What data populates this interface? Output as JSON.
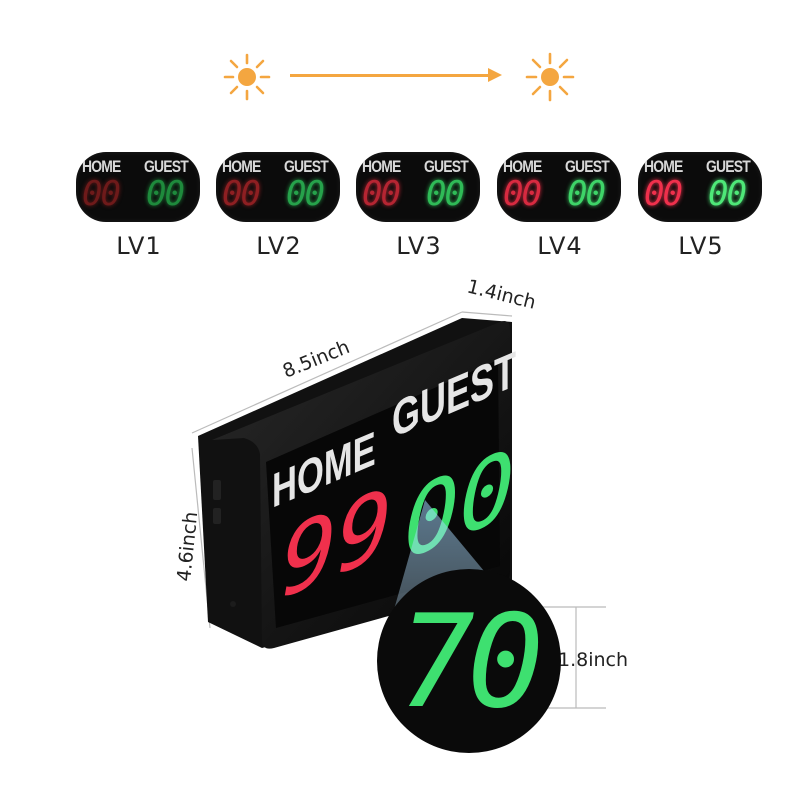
{
  "brightness_levels": [
    {
      "label": "LV1",
      "home_word": "HOME",
      "guest_word": "GUEST",
      "home_score": "00",
      "guest_score": "00",
      "home_color": "#6e1a1a",
      "guest_color": "#1e8a3c"
    },
    {
      "label": "LV2",
      "home_word": "HOME",
      "guest_word": "GUEST",
      "home_score": "00",
      "guest_score": "00",
      "home_color": "#8e1f22",
      "guest_color": "#26a24b"
    },
    {
      "label": "LV3",
      "home_word": "HOME",
      "guest_word": "GUEST",
      "home_score": "00",
      "guest_score": "00",
      "home_color": "#b52532",
      "guest_color": "#2fbb57"
    },
    {
      "label": "LV4",
      "home_word": "HOME",
      "guest_word": "GUEST",
      "home_score": "00",
      "guest_score": "00",
      "home_color": "#d82a40",
      "guest_color": "#3ed468"
    },
    {
      "label": "LV5",
      "home_word": "HOME",
      "guest_word": "GUEST",
      "home_score": "00",
      "guest_score": "00",
      "home_color": "#f0304c",
      "guest_color": "#4ee878"
    }
  ],
  "scoreboard": {
    "home_word": "HOME",
    "guest_word": "GUEST",
    "home_score": "99",
    "guest_score": "00",
    "home_color": "#f0304c",
    "guest_color": "#3ee070"
  },
  "dimensions": {
    "depth": "1.4inch",
    "width": "8.5inch",
    "height": "4.6inch",
    "digit_height": "1.8inch"
  },
  "zoom": {
    "digits": "70",
    "color": "#3ee070"
  },
  "colors": {
    "sun": "#f4a640",
    "housing": "#0e0e0e"
  }
}
